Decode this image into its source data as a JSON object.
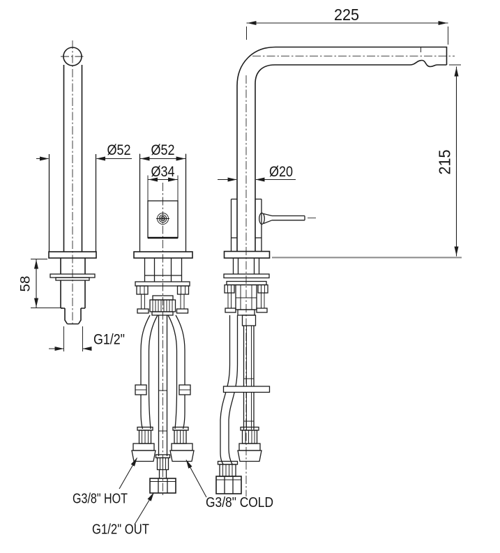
{
  "meta": {
    "background": "#ffffff",
    "line_color": "#1c1c1c",
    "surface_line_color": "#8f8f8f"
  },
  "dimensions": {
    "spout_reach": "225",
    "spout_height": "215",
    "spout_pipe_dia": "Ø20",
    "base_dia_left_view": "Ø52",
    "body_dia_front_view": "Ø52",
    "cartridge_dia": "Ø34",
    "shank_length": "58",
    "shank_thread": "G1/2\""
  },
  "connections": {
    "hot": "G3/8\" HOT",
    "cold": "G3/8\" COLD",
    "out": "G1/2\" OUT"
  }
}
